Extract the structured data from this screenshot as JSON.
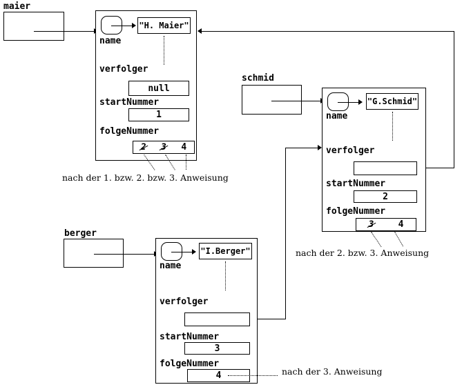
{
  "diagram": {
    "title_context": "Objektdiagramm",
    "language": "de"
  },
  "variables": [
    {
      "id": "maier",
      "label": "maier"
    },
    {
      "id": "schmid",
      "label": "schmid"
    },
    {
      "id": "berger",
      "label": "berger"
    }
  ],
  "objects": [
    {
      "id": "obj-maier",
      "variable": "maier",
      "fields": {
        "name_label": "name",
        "name_value": "\"H. Maier\"",
        "verfolger_label": "verfolger",
        "verfolger_value": "null",
        "startNummer_label": "startNummer",
        "startNummer_value": "1",
        "folgeNummer_label": "folgeNummer",
        "folgeNummer_values": [
          "2",
          "3",
          "4"
        ],
        "folgeNummer_struck": [
          true,
          true,
          false
        ]
      },
      "caption": "nach der 1. bzw. 2. bzw. 3. Anweisung"
    },
    {
      "id": "obj-schmid",
      "variable": "schmid",
      "fields": {
        "name_label": "name",
        "name_value": "\"G.Schmid\"",
        "verfolger_label": "verfolger",
        "verfolger_value": "",
        "startNummer_label": "startNummer",
        "startNummer_value": "2",
        "folgeNummer_label": "folgeNummer",
        "folgeNummer_values": [
          "3",
          "4"
        ],
        "folgeNummer_struck": [
          true,
          false
        ]
      },
      "caption": "nach der 2. bzw. 3. Anweisung"
    },
    {
      "id": "obj-berger",
      "variable": "berger",
      "fields": {
        "name_label": "name",
        "name_value": "\"I.Berger\"",
        "verfolger_label": "verfolger",
        "verfolger_value": "",
        "startNummer_label": "startNummer",
        "startNummer_value": "3",
        "folgeNummer_label": "folgeNummer",
        "folgeNummer_values": [
          "4"
        ],
        "folgeNummer_struck": [
          false
        ]
      },
      "caption": "nach der 3. Anweisung"
    }
  ],
  "colors": {
    "stroke": "#000000",
    "background": "#ffffff"
  }
}
